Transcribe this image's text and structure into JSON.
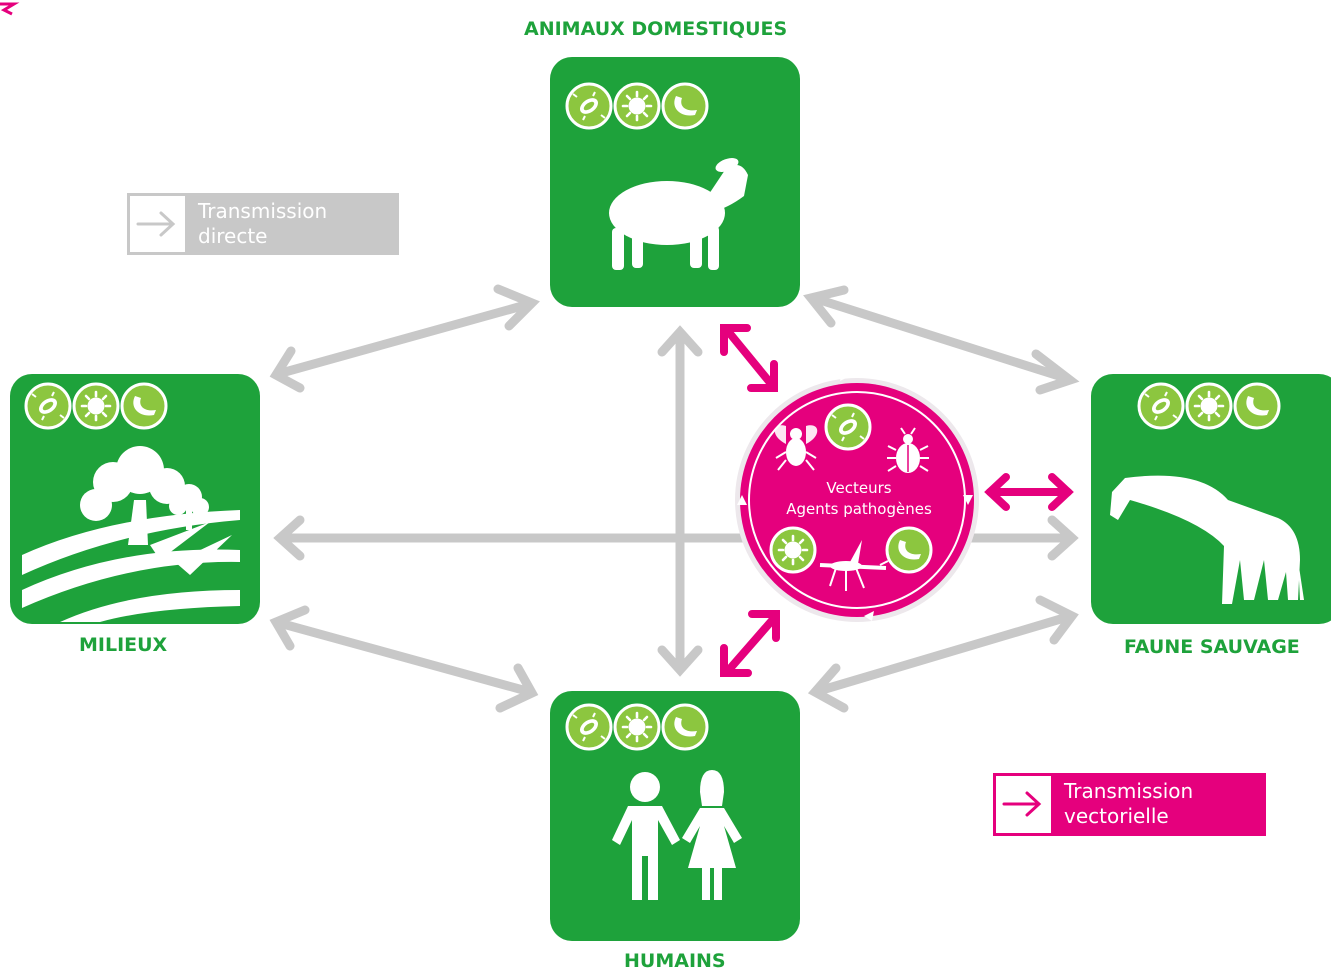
{
  "nodes": {
    "top": "ANIMAUX DOMESTIQUES",
    "left": "MILIEUX",
    "right": "FAUNE SAUVAGE",
    "bottom": "HUMAINS"
  },
  "center": {
    "line1": "Vecteurs",
    "line2": "Agents pathogènes"
  },
  "legend": {
    "direct": {
      "line1": "Transmission",
      "line2": "directe"
    },
    "vector": {
      "line1": "Transmission",
      "line2": "vectorielle"
    }
  },
  "colors": {
    "green": "#1ea23b",
    "lime": "#8cc63f",
    "magenta": "#e5007d",
    "gray": "#c8c8c8"
  }
}
